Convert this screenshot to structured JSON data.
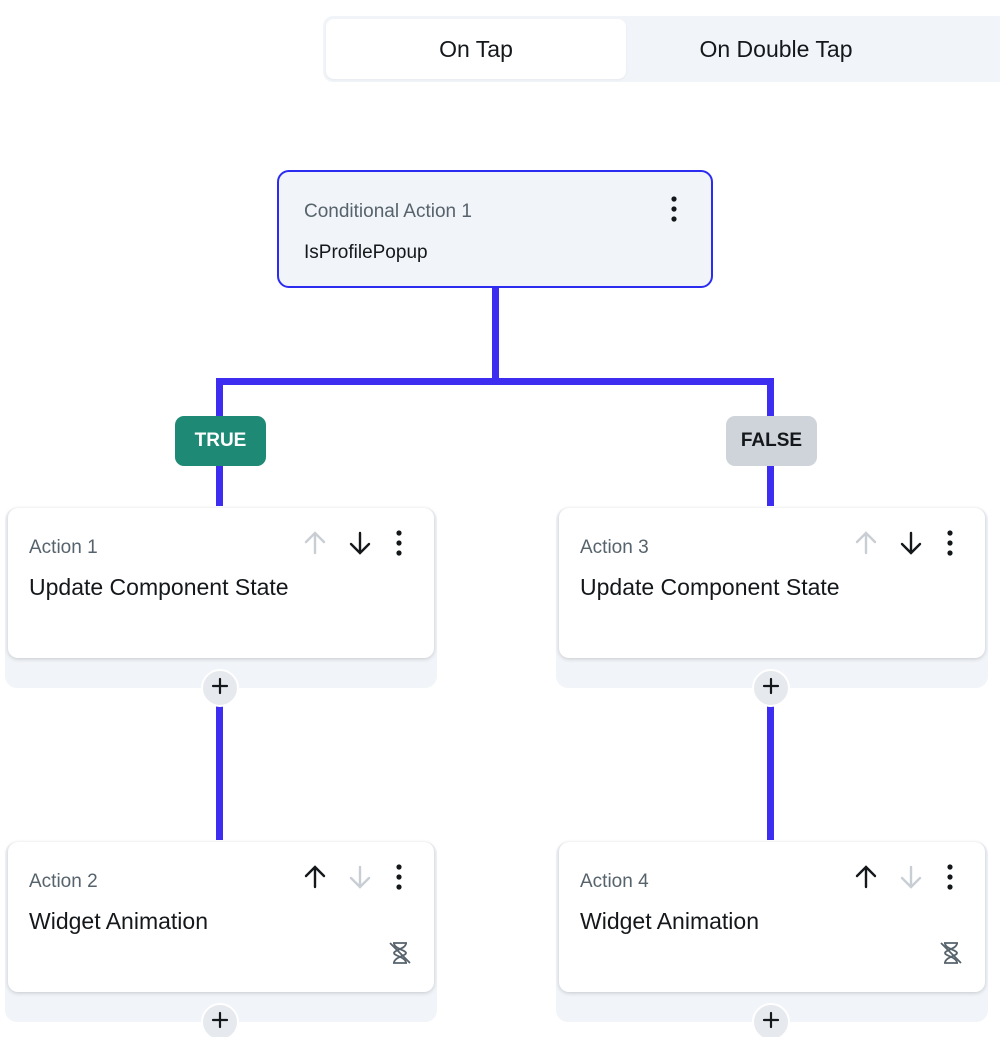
{
  "tabs": [
    {
      "label": "On Tap",
      "active": true
    },
    {
      "label": "On Double Tap",
      "active": false
    }
  ],
  "conditional": {
    "label": "Conditional Action 1",
    "name": "IsProfilePopup"
  },
  "branches": {
    "true_label": "TRUE",
    "false_label": "FALSE"
  },
  "actions": [
    {
      "label": "Action 1",
      "title": "Update Component State"
    },
    {
      "label": "Action 2",
      "title": "Widget Animation"
    },
    {
      "label": "Action 3",
      "title": "Update Component State"
    },
    {
      "label": "Action 4",
      "title": "Widget Animation"
    }
  ],
  "colors": {
    "connector": "#3d2df0",
    "true_badge": "#1e8a75",
    "false_badge": "#cfd3da",
    "conditional_border": "#2b2cf0"
  },
  "icons": {
    "move_up": "arrow-up-icon",
    "move_down": "arrow-down-icon",
    "menu": "more-vert-icon",
    "add": "plus-icon",
    "delay": "hourglass-disabled-icon"
  }
}
